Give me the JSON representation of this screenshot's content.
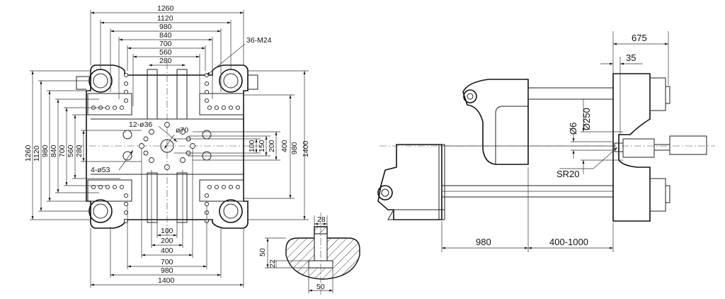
{
  "platen": {
    "top_dims": [
      "1260",
      "1120",
      "980",
      "840",
      "700",
      "560",
      "280"
    ],
    "left_dims": [
      "1260",
      "1120",
      "980",
      "840",
      "700",
      "560",
      "280"
    ],
    "right_dims": [
      "100",
      "150",
      "200",
      "400",
      "980",
      "1400"
    ],
    "bottom_dims": [
      "100",
      "200",
      "400",
      "700",
      "980",
      "1400"
    ],
    "labels": {
      "thread": "36-M24",
      "holes12": "12-ø36",
      "center": "ø70",
      "holes4": "4-ø53"
    }
  },
  "section": {
    "top": "28",
    "left_outer": "50",
    "left_inner": "22",
    "bottom": "50"
  },
  "side_view": {
    "top_a": "675",
    "top_b": "35",
    "dia_a": "Ø250",
    "dia_b": "Ø6",
    "radius": "SR20",
    "bottom_a": "980",
    "bottom_b": "400-1000"
  }
}
